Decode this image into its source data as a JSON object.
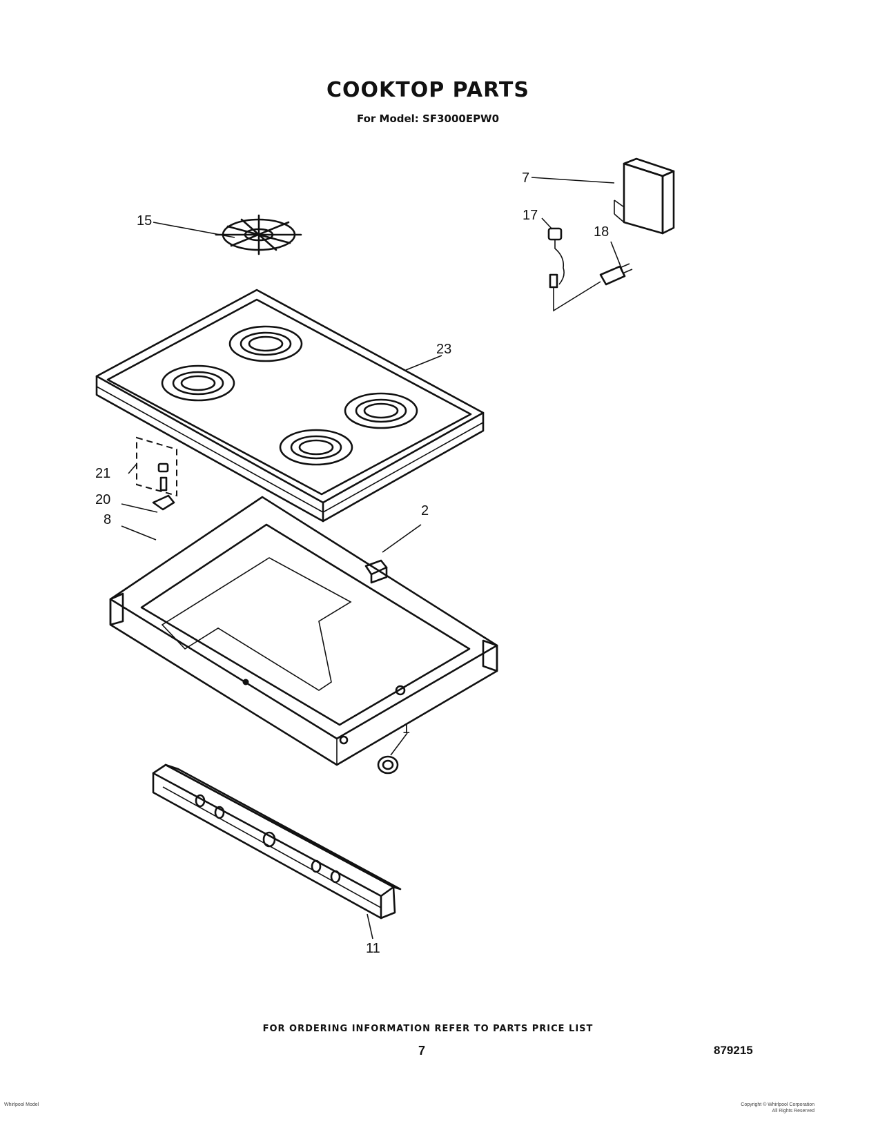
{
  "header": {
    "title": "COOKTOP PARTS",
    "model_line": "For Model: SF3000EPW0"
  },
  "callouts": [
    "15",
    "7",
    "17",
    "18",
    "23",
    "21",
    "20",
    "8",
    "2",
    "1",
    "11"
  ],
  "footer": {
    "ordering_note": "FOR ORDERING INFORMATION REFER TO PARTS PRICE LIST",
    "page_number": "7",
    "doc_number": "879215"
  },
  "fine_print": {
    "left": "Whirlpool Model",
    "right_line1": "Copyright © Whirlpool Corporation",
    "right_line2": "All Rights Reserved"
  }
}
